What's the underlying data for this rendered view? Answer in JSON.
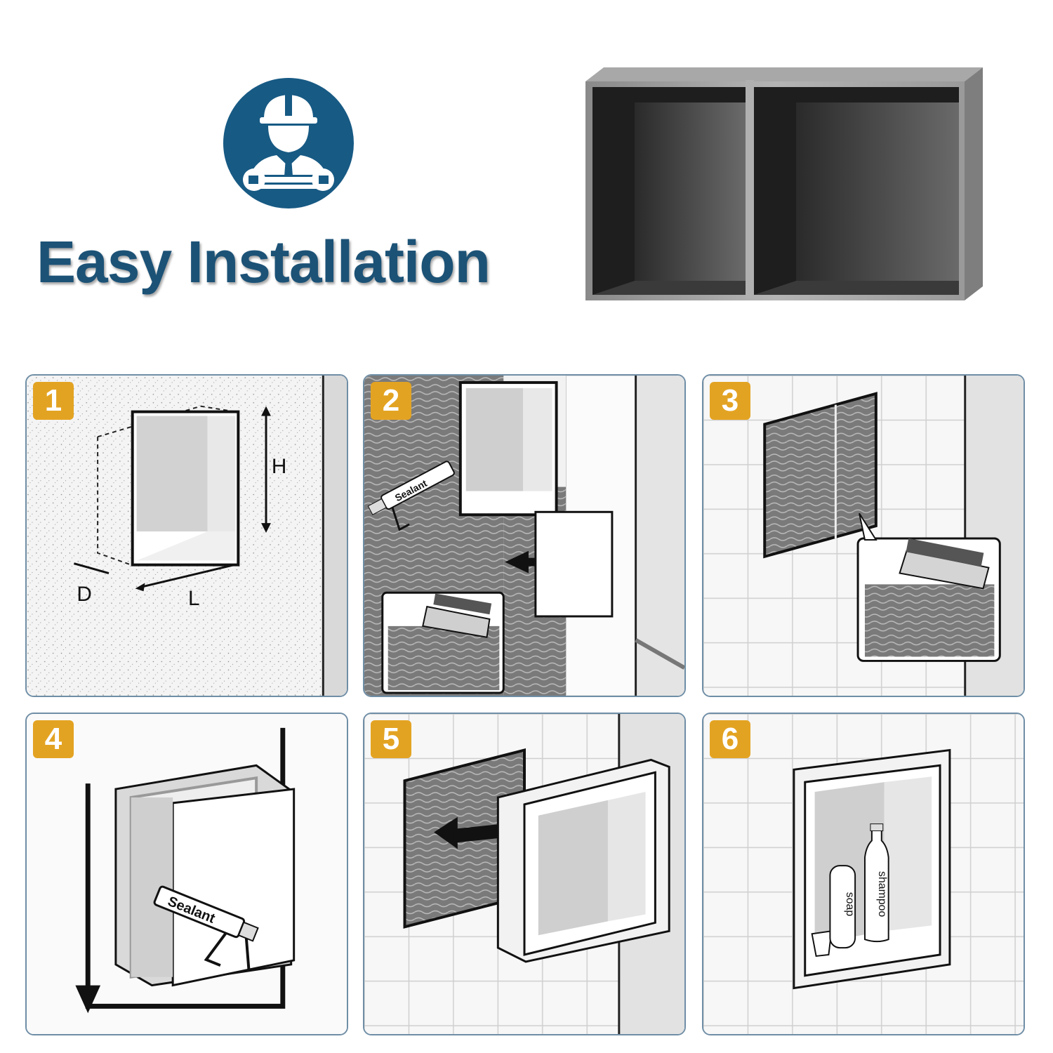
{
  "header": {
    "title": "Easy Installation",
    "icon": "worker-with-wrench-icon",
    "icon_color": "#175a84"
  },
  "colors": {
    "brand_blue": "#175a84",
    "title_blue": "#1c5276",
    "badge_orange": "#e3a322",
    "panel_border": "#6f8ea6"
  },
  "steps": [
    {
      "number": "1",
      "dim_h": "H",
      "dim_d": "D",
      "dim_l": "L"
    },
    {
      "number": "2",
      "sealant_label": "Sealant"
    },
    {
      "number": "3"
    },
    {
      "number": "4",
      "sealant_label": "Sealant"
    },
    {
      "number": "5"
    },
    {
      "number": "6",
      "soap_label": "soap",
      "shampoo_label": "shampoo"
    }
  ]
}
